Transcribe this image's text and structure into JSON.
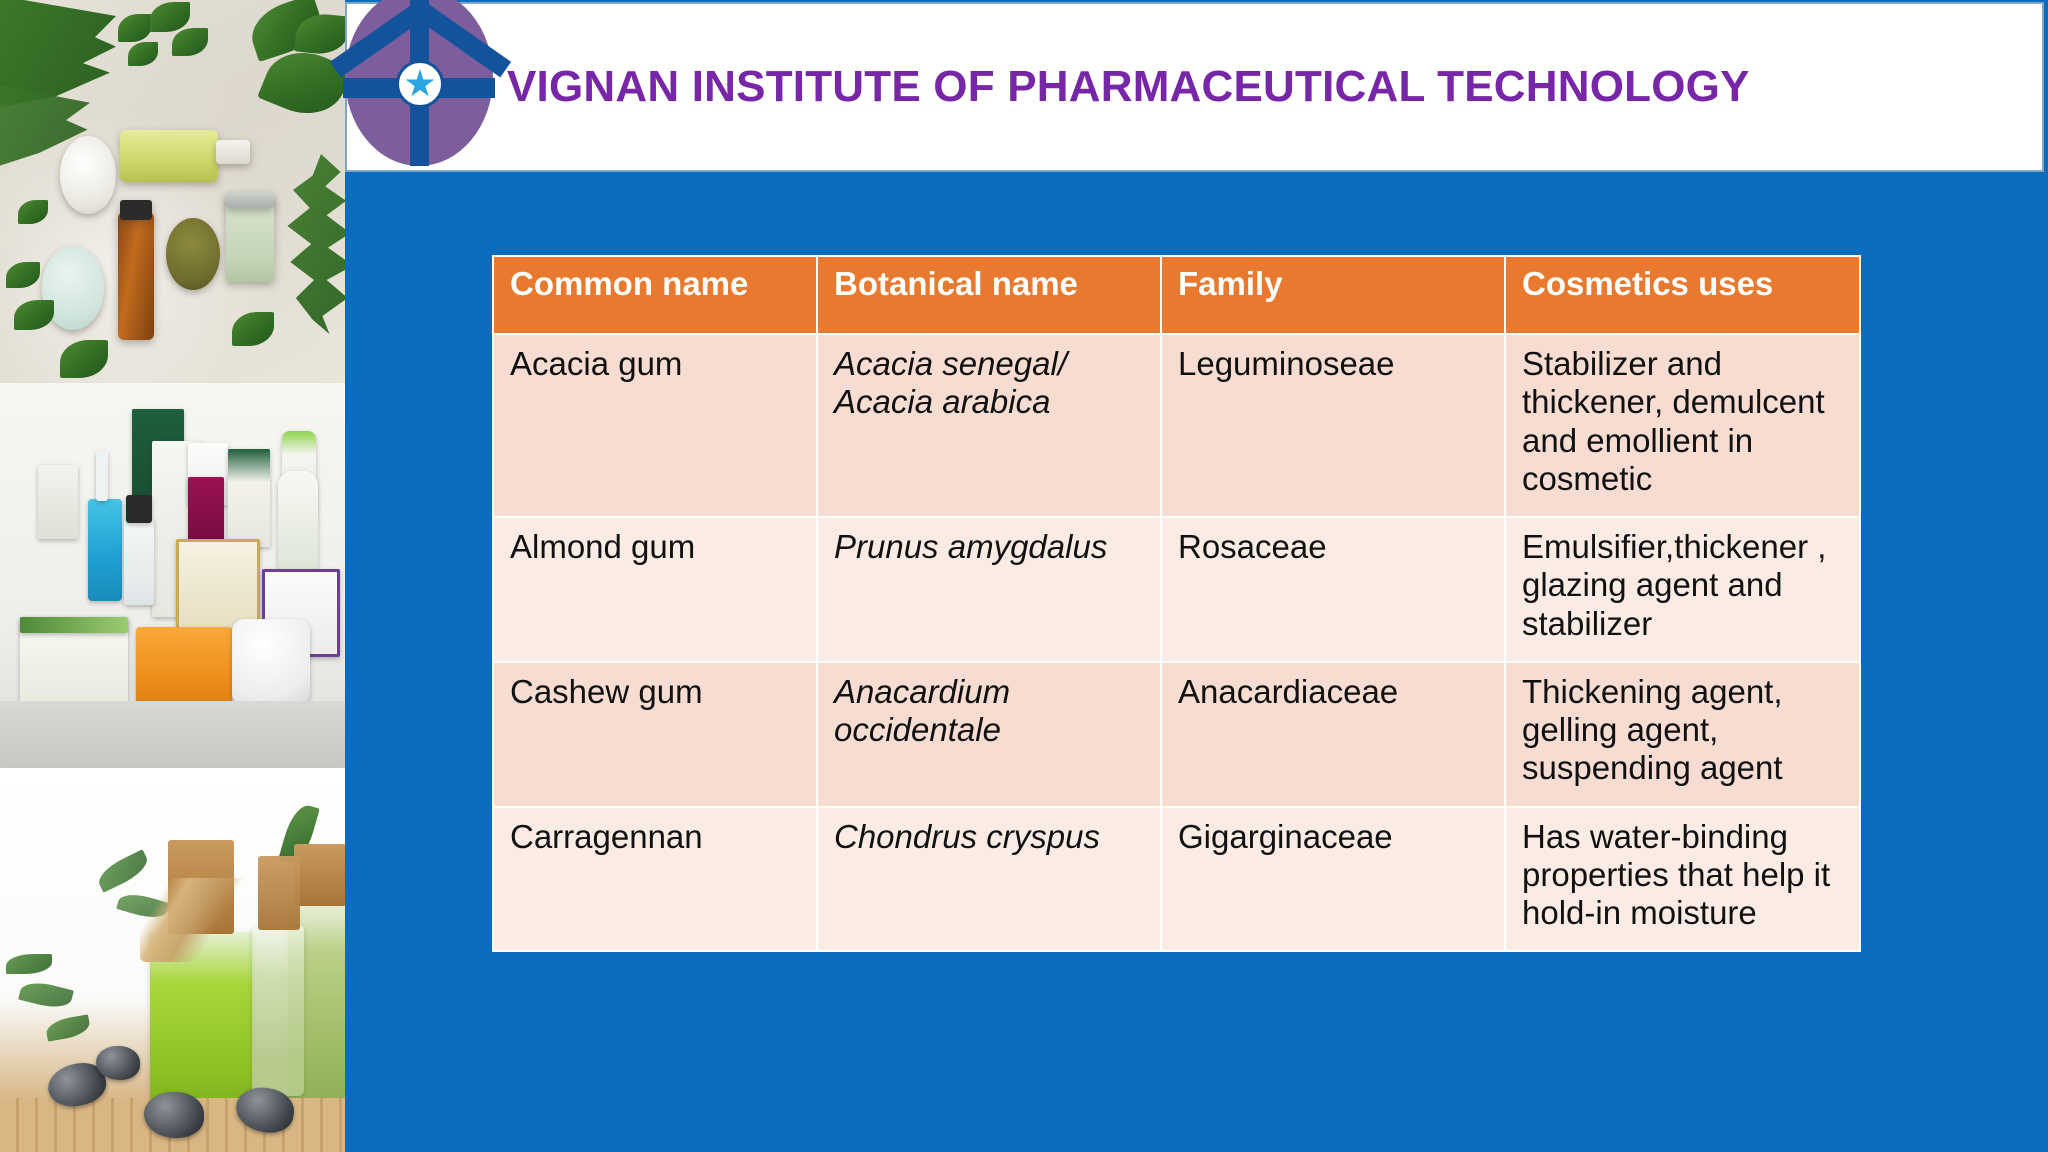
{
  "slide": {
    "background_color": "#0A6CBE",
    "accent_orange": "#E8792E",
    "row_shade_dark": "#F6DCD1",
    "row_shade_light": "#FBEBE5",
    "title_color": "#7726A8"
  },
  "header": {
    "institute_title": "VIGNAN INSTITUTE OF PHARMACEUTICAL TECHNOLOGY",
    "logo_name": "vignan-institute-logo"
  },
  "photos": [
    {
      "name": "herbal-cosmetics-flatlay",
      "description": "Flat lay of natural cosmetic jars, oil bottles and green leaves on a light stone surface"
    },
    {
      "name": "herbal-product-display",
      "description": "Display of packaged herbal cosmetic products including Tea Tree Anti Acne, Neem & Aloevera Soap and an orange soap bar"
    },
    {
      "name": "green-oil-vials",
      "description": "Glass vials of green herbal oil with cork stoppers, raffia ties, black spa stones and leaves on bamboo"
    }
  ],
  "table": {
    "headers": [
      "Common name",
      "Botanical name",
      "Family",
      "Cosmetics uses"
    ],
    "rows": [
      {
        "common_name": "Acacia gum",
        "botanical_name": " Acacia senegal/\nAcacia arabica",
        "family": "Leguminoseae",
        "cosmetics_uses": "Stabilizer and thickener, demulcent and emollient in cosmetic"
      },
      {
        "common_name": "Almond gum",
        "botanical_name": "Prunus amygdalus",
        "family": "Rosaceae",
        "cosmetics_uses": "Emulsifier,thickener , glazing agent and stabilizer"
      },
      {
        "common_name": "Cashew gum",
        "botanical_name": "Anacardium occidentale",
        "family": "Anacardiaceae",
        "cosmetics_uses": "Thickening agent, gelling agent, suspending agent"
      },
      {
        "common_name": "Carragennan",
        "botanical_name": "Chondrus cryspus",
        "family": "Gigarginaceae",
        "cosmetics_uses": "Has water-binding properties that help it hold-in moisture"
      }
    ]
  }
}
